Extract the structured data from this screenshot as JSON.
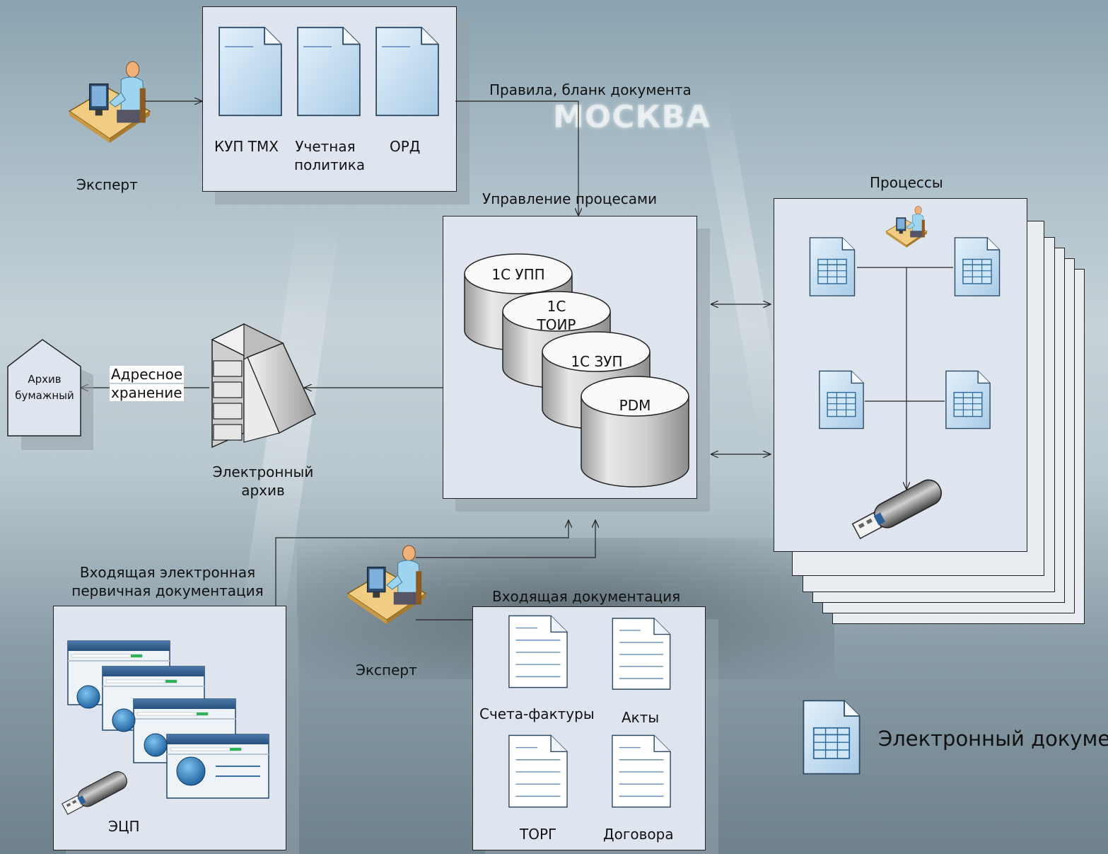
{
  "background_watermark": "МОСКВА",
  "experts": {
    "top_label": "Эксперт",
    "bottom_label": "Эксперт"
  },
  "docs_panel": {
    "items": [
      "КУП ТМХ",
      "Учетная политика",
      "ОРД"
    ],
    "item_1_line1": "Учетная",
    "item_1_line2": "политика"
  },
  "rules_arrow_label": "Правила, бланк документа",
  "process_management": {
    "title": "Управление процесами",
    "db": {
      "upp": "1С УПП",
      "toir_line1": "1С",
      "toir_line2": "ТОИР",
      "zup": "1С ЗУП",
      "pdm": "PDM"
    }
  },
  "processes": {
    "title": "Процессы"
  },
  "archive": {
    "paper_line1": "Архив",
    "paper_line2": "бумажный",
    "address_line1": "Адресное",
    "address_line2": "хранение",
    "electronic_line1": "Электронный",
    "electronic_line2": "архив"
  },
  "incoming_electronic": {
    "title_line1": "Входящая электронная",
    "title_line2": "первичная документация",
    "signature": "ЭЦП"
  },
  "incoming_docs": {
    "title": "Входящая документация",
    "invoices": "Счета-фактуры",
    "acts": "Акты",
    "torg": "ТОРГ",
    "contracts": "Договора"
  },
  "legend": {
    "electronic_document": "Электронный документ"
  }
}
